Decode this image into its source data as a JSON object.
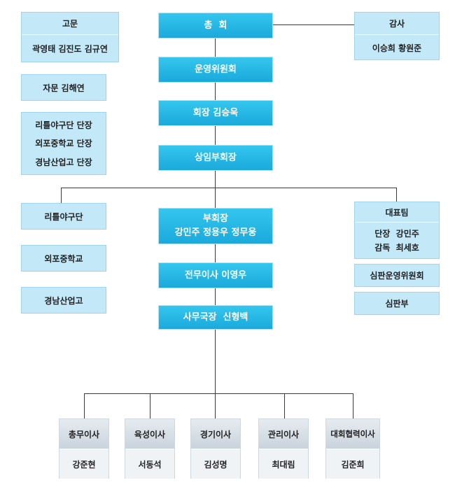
{
  "center": {
    "assembly": "총  회",
    "operating_committee": "운영위원회",
    "president": "회장 김승욱",
    "standing_vp": "상임부회장",
    "vp_title": "부회장",
    "vp_names": "강민주 정용우 정무웅",
    "managing_director": "전무이사 이영우",
    "secretary_general": "사무국장  신형백"
  },
  "advisors": {
    "title": "고문",
    "names": "곽영태 김진도 김규연"
  },
  "consultant": "자문 김해연",
  "team_leaders": [
    "리틀야구단 단장",
    "외포중학교 단장",
    "경남산업고 단장"
  ],
  "teams": [
    "리틀야구단",
    "외포중학교",
    "경남산업고"
  ],
  "auditors": {
    "title": "감사",
    "names": "이승희 황원준"
  },
  "national_team": {
    "title": "대표팀",
    "lines": [
      "단장  강민주",
      "감독  최세호"
    ]
  },
  "umpire_committee": "심판운영위원회",
  "umpires": "심판부",
  "directors": [
    {
      "title": "총무이사",
      "name": "강준현"
    },
    {
      "title": "육성이사",
      "name": "서동석"
    },
    {
      "title": "경기이사",
      "name": "김성명"
    },
    {
      "title": "관리이사",
      "name": "최대림"
    },
    {
      "title": "대회협력이사",
      "name": "김준희"
    }
  ]
}
